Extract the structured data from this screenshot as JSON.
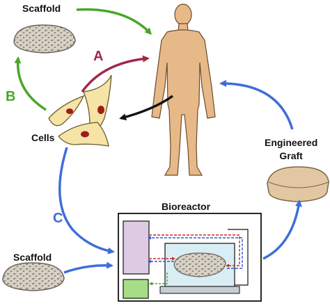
{
  "labels": {
    "scaffold_top": "Scaffold",
    "scaffold_bottom": "Scaffold",
    "cells": "Cells",
    "engineered_graft": "Engineered\nGraft",
    "bioreactor": "Bioreactor"
  },
  "pathways": [
    {
      "id": "A",
      "label": "A",
      "color": "#a0294a"
    },
    {
      "id": "B",
      "label": "B",
      "color": "#4aa629"
    },
    {
      "id": "C",
      "label": "C",
      "color": "#3e6ed8"
    }
  ],
  "colors": {
    "green_arrow": "#4aa629",
    "blue_arrow": "#3e6ed8",
    "red_arrow": "#a0294a",
    "black_arrow": "#111111",
    "human": "#e7b988",
    "cell_body": "#f6e3a6",
    "nucleus": "#a11a1a",
    "scaffold": "#d5cfc3",
    "graft": "#e1c8a2",
    "bioreactor_left_panel": "#dccbe3",
    "bioreactor_pump": "#a7dd86",
    "bioreactor_chamber": "#d9eef4",
    "flow_red": "#cc2a2a",
    "flow_blue": "#3159d6"
  }
}
